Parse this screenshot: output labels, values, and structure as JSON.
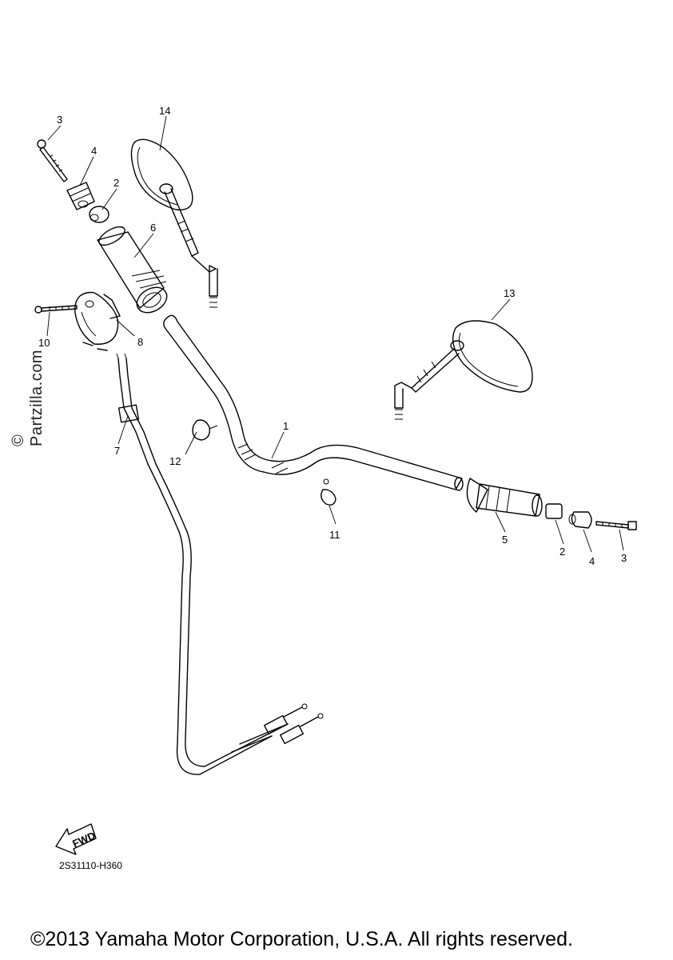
{
  "watermark": "© Partzilla.com",
  "callouts": {
    "c1": "1",
    "c2a": "2",
    "c2b": "2",
    "c3a": "3",
    "c3b": "3",
    "c4a": "4",
    "c4b": "4",
    "c5": "5",
    "c6": "6",
    "c7": "7",
    "c8": "8",
    "c10": "10",
    "c11": "11",
    "c12": "12",
    "c13": "13",
    "c14": "14"
  },
  "fwd_label": "FWD",
  "diagram_code": "2S31110-H360",
  "copyright": "©2013 Yamaha Motor Corporation, U.S.A. All rights reserved."
}
